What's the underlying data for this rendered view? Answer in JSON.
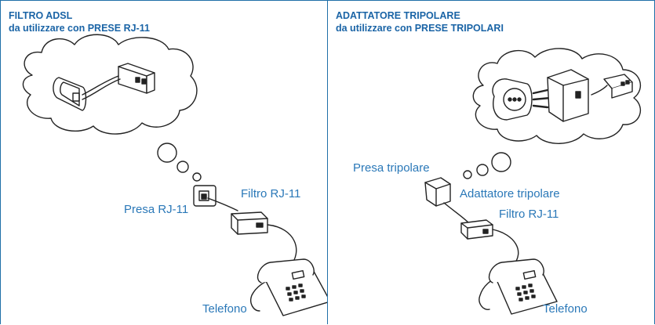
{
  "left_panel": {
    "title_line1": "FILTRO ADSL",
    "title_line2": "da utilizzare con PRESE RJ-11",
    "labels": {
      "outlet": "Presa RJ-11",
      "filter": "Filtro RJ-11",
      "phone": "Telefono"
    }
  },
  "right_panel": {
    "title_line1": "ADATTATORE TRIPOLARE",
    "title_line2": "da utilizzare con PRESE TRIPOLARI",
    "labels": {
      "outlet": "Presa tripolare",
      "adapter": "Adattatore tripolare",
      "filter": "Filtro RJ-11",
      "phone": "Telefono"
    }
  },
  "colors": {
    "accent": "#1a64a6",
    "label": "#2a78b8",
    "border": "#1f6fa8",
    "line": "#222222"
  }
}
